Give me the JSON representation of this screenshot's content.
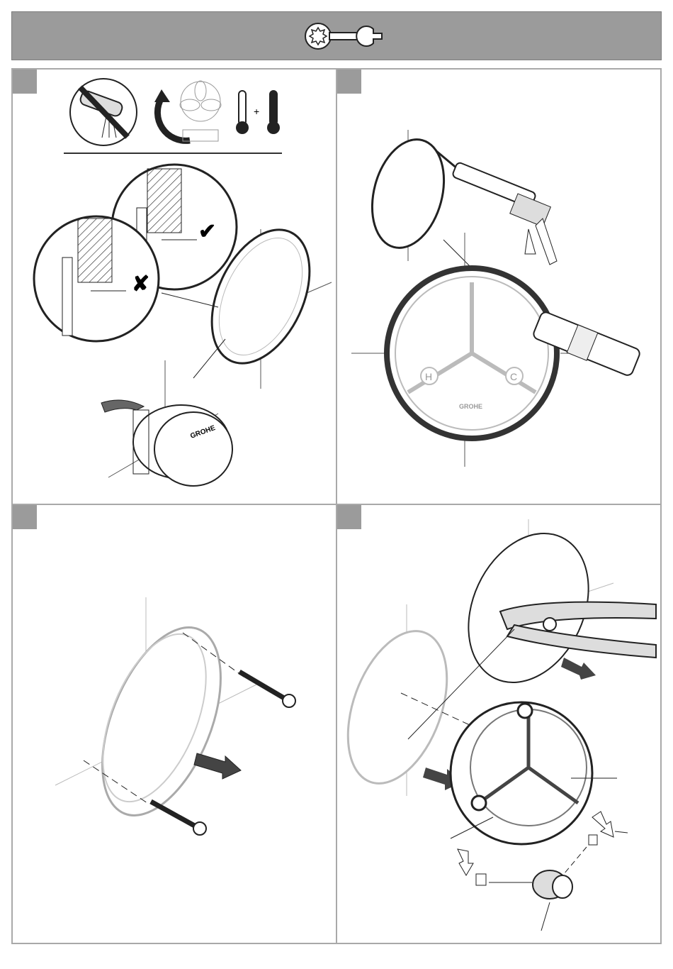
{
  "header": {
    "icon": "wrench-tool-icon"
  },
  "panels": [
    {
      "id": "step-1",
      "mark_icon": "check-mark-icon",
      "cross_icon": "cross-mark-icon",
      "brand": "GROHE"
    },
    {
      "id": "step-2",
      "brand": "GROHE",
      "label_hot": "H",
      "label_cold": "C"
    },
    {
      "id": "step-3"
    },
    {
      "id": "step-4"
    }
  ],
  "colors": {
    "header": "#9b9b9b",
    "frame": "#a9a9a9",
    "line": "#222222"
  }
}
